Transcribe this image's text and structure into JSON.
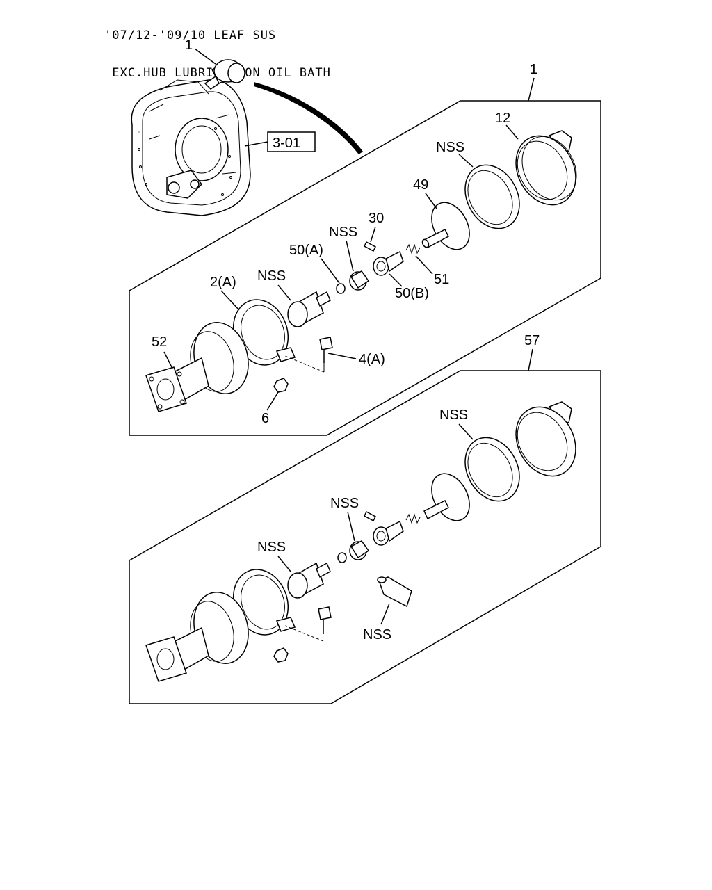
{
  "header": {
    "line1": "'07/12-'09/10 LEAF SUS",
    "line2": " EXC.HUB LUBRICATION OIL BATH"
  },
  "ref_box": "3-01",
  "labels": {
    "top_assembly_1": "1",
    "panel1_index": "1",
    "p1_12": "12",
    "p1_nss_seal": "NSS",
    "p1_49": "49",
    "p1_30": "30",
    "p1_nss_bush": "NSS",
    "p1_50a": "50(A)",
    "p1_51": "51",
    "p1_50b": "50(B)",
    "p1_nss_sleeve": "NSS",
    "p1_2a": "2(A)",
    "p1_52": "52",
    "p1_4a": "4(A)",
    "p1_6": "6",
    "panel2_index": "57",
    "p2_nss_seal": "NSS",
    "p2_nss_bush": "NSS",
    "p2_nss_sleeve": "NSS",
    "p2_nss_tool": "NSS"
  }
}
